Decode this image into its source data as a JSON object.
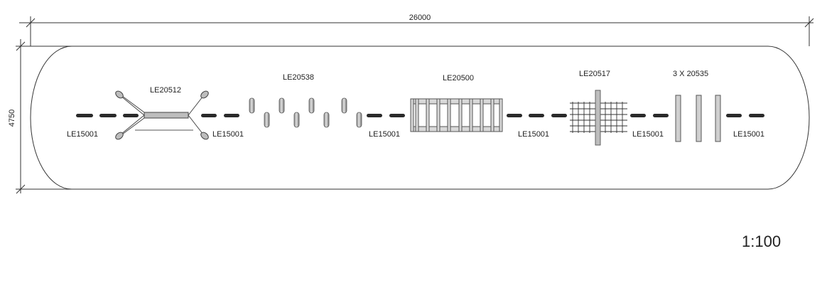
{
  "dimensions": {
    "width": "26000",
    "height": "4750"
  },
  "labels": {
    "le15001": "LE15001",
    "le20512": "LE20512",
    "le20538": "LE20538",
    "le20500": "LE20500",
    "le20517": "LE20517",
    "x20535": "3 X 20535"
  },
  "scale": "1:100",
  "colors": {
    "line": "#333333",
    "fill": "#bdbdbd",
    "dark": "#2a2a2a"
  }
}
